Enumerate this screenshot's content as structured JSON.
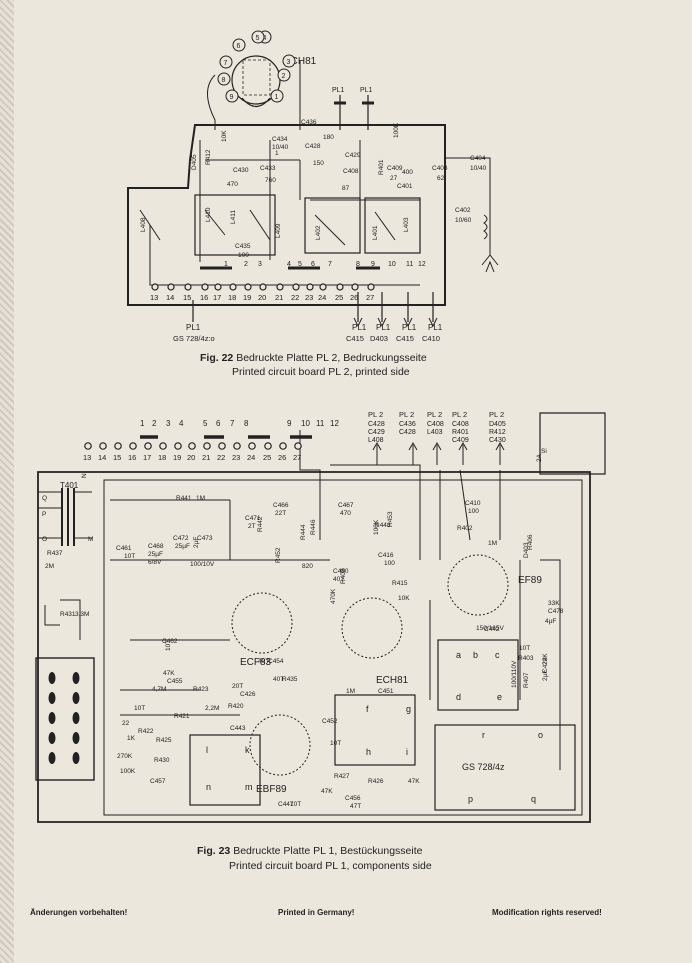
{
  "fig22": {
    "caption_fig": "Fig. 22",
    "caption_de": "Bedruckte Platte PL 2, Bedruckungsseite",
    "caption_en": "Printed circuit board PL 2, printed side",
    "tube": "ECH81",
    "tube_pins": [
      "1",
      "2",
      "3",
      "4",
      "5",
      "6",
      "7",
      "8",
      "9"
    ],
    "top_conn": [
      "PL1",
      "PL1"
    ],
    "components": [
      "C436",
      "180",
      "C428",
      "C429",
      "150",
      "C430",
      "470",
      "C433",
      "760",
      "C434",
      "10/40",
      "C408",
      "87",
      "C409",
      "27",
      "R412",
      "D405",
      "100K",
      "R401",
      "C401",
      "400",
      "C403",
      "62",
      "C404",
      "10/40",
      "C402",
      "10/60",
      "L408",
      "L410",
      "L411",
      "L409",
      "L402",
      "L401",
      "L403",
      "C435",
      "100",
      "10K",
      "1"
    ],
    "pads": [
      "1",
      "2",
      "3",
      "4",
      "5",
      "6",
      "7",
      "8",
      "9",
      "10",
      "11",
      "12",
      "13",
      "14",
      "15",
      "16",
      "17",
      "18",
      "19",
      "20",
      "21",
      "22",
      "23",
      "24",
      "25",
      "26",
      "27"
    ],
    "bottom_conn": [
      {
        "top": "PL1",
        "bottom": "GS 728/4z:o"
      },
      {
        "top": "PL1",
        "bottom": "C415"
      },
      {
        "top": "PL1",
        "bottom": "D403"
      },
      {
        "top": "PL1",
        "bottom": "C415"
      },
      {
        "top": "PL1",
        "bottom": "C410"
      }
    ]
  },
  "fig23": {
    "caption_fig": "Fig. 23",
    "caption_de": "Bedruckte Platte PL 1, Bestückungsseite",
    "caption_en": "Printed circuit board PL 1, components side",
    "pads_top": [
      "1",
      "2",
      "3",
      "4",
      "5",
      "6",
      "7",
      "8",
      "9",
      "10",
      "11",
      "12"
    ],
    "pads_row": [
      "13",
      "14",
      "15",
      "16",
      "17",
      "18",
      "19",
      "20",
      "21",
      "22",
      "23",
      "24",
      "25",
      "26",
      "27"
    ],
    "conn_groups": [
      {
        "head": "PL 2",
        "items": [
          "C428",
          "C429",
          "L408"
        ]
      },
      {
        "head": "PL 2",
        "items": [
          "C436",
          "C428"
        ]
      },
      {
        "head": "PL 2",
        "items": [
          "C408",
          "L403"
        ]
      },
      {
        "head": "PL 2",
        "items": [
          "C408",
          "R401",
          "C409"
        ]
      },
      {
        "head": "PL 2",
        "items": [
          "D405",
          "R412",
          "C430"
        ]
      }
    ],
    "tubes": [
      "ECF83",
      "ECH81",
      "EF89",
      "EBF89"
    ],
    "transformer": "T401",
    "socket": "GS 728/4z",
    "components": [
      "R441",
      "1M",
      "C466",
      "22T",
      "C467",
      "470",
      "C471",
      "2T",
      "R443",
      "100K",
      "R453",
      "C410",
      "100",
      "R442",
      "R444",
      "R446",
      "R452",
      "820",
      "C461",
      "10T",
      "C468",
      "25µF",
      "6/8V",
      "C472",
      "25µF",
      "C473",
      "2µF",
      "100/10V",
      "R437",
      "2M",
      "R431",
      "3,3M",
      "C462",
      "10T",
      "C416",
      "100",
      "C450",
      "40T",
      "R408",
      "470K",
      "R415",
      "10K",
      "R402",
      "1M",
      "D403",
      "R406",
      "33K",
      "C478",
      "4µF",
      "150/165V",
      "C442",
      "10T",
      "R403",
      "22K",
      "C424",
      "2µF",
      "100/110V",
      "R407",
      "47K",
      "C455",
      "20T",
      "C426",
      "40T",
      "C454",
      "40T",
      "R435",
      "4,7M",
      "R423",
      "1M",
      "C451",
      "10T",
      "R421",
      "2,2M",
      "R420",
      "C443",
      "22",
      "R422",
      "1K",
      "R425",
      "270K",
      "R430",
      "100K",
      "C457",
      "C452",
      "10T",
      "R427",
      "47K",
      "R426",
      "47K",
      "C447",
      "10T",
      "C456",
      "47T",
      "Si",
      "2A",
      "N",
      "Q",
      "P",
      "O",
      "M"
    ],
    "letters": [
      "a",
      "b",
      "c",
      "d",
      "e",
      "f",
      "g",
      "h",
      "i",
      "k",
      "l",
      "m",
      "n",
      "o",
      "p",
      "q",
      "r"
    ]
  },
  "footer": {
    "left": "Änderungen vorbehalten!",
    "center": "Printed in Germany!",
    "right": "Modification rights reserved!"
  }
}
